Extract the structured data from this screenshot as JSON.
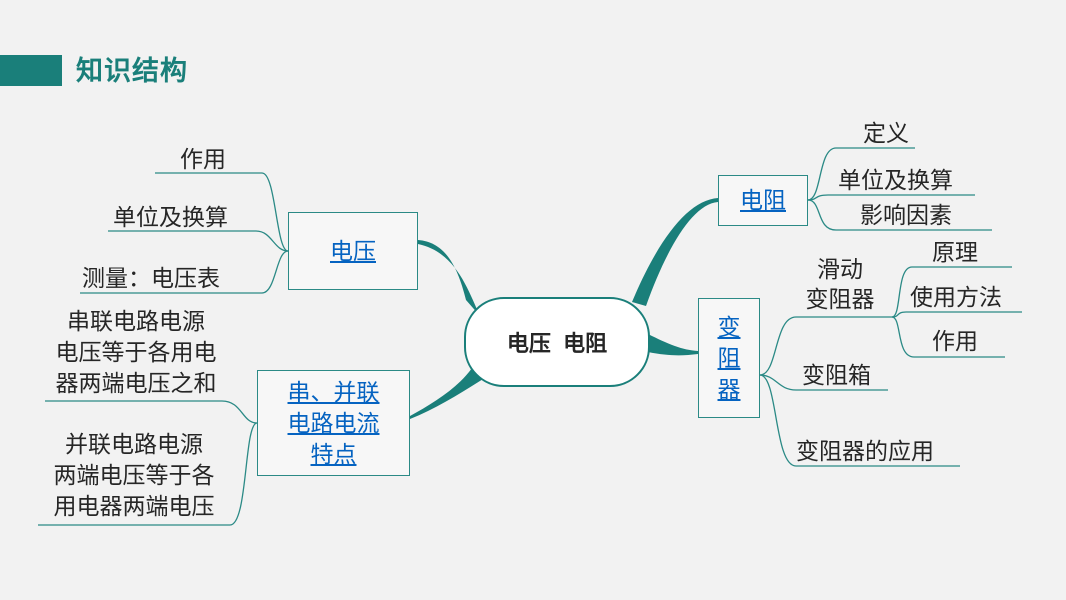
{
  "header": {
    "title": "知识结构"
  },
  "colors": {
    "accent": "#1a7f7a",
    "line": "#2b8a86",
    "link": "#0563c1",
    "background": "#f2f2f2"
  },
  "center": {
    "label": "电压  电阻"
  },
  "nodes": {
    "voltage": {
      "label": "电压",
      "branches": [
        "作用",
        "单位及换算",
        "测量：电压表"
      ]
    },
    "series_parallel": {
      "label_lines": [
        "串、并联",
        "电路电流",
        "特点"
      ],
      "branches": [
        {
          "lines": [
            "串联电路电源",
            "电压等于各用电",
            "器两端电压之和"
          ]
        },
        {
          "lines": [
            "并联电路电源",
            "两端电压等于各",
            "用电器两端电压"
          ]
        }
      ]
    },
    "resistance": {
      "label": "电阻",
      "branches": [
        "定义",
        "单位及换算",
        "影响因素"
      ]
    },
    "rheostat": {
      "label_lines": [
        "变",
        "阻",
        "器"
      ],
      "slider": {
        "lines": [
          "滑动",
          "变阻器"
        ],
        "branches": [
          "原理",
          "使用方法",
          "作用"
        ]
      },
      "box_rheostat": "变阻箱",
      "application": "变阻器的应用"
    }
  }
}
